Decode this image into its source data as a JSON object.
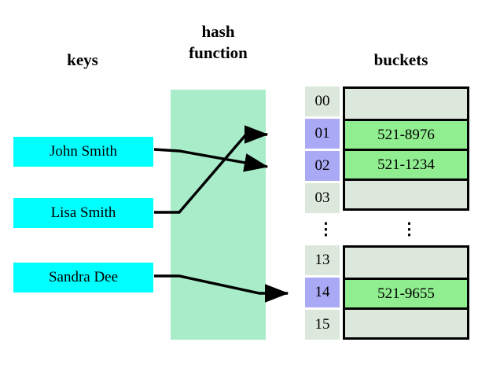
{
  "headings": {
    "keys": "keys",
    "hash_function_line1": "hash",
    "hash_function_line2": "function",
    "buckets": "buckets"
  },
  "colors": {
    "key_box": "#00ffff",
    "hash_band": "#a8ecc9",
    "index_empty": "#dce8dc",
    "index_filled": "#a9a9f5",
    "bucket_empty": "#dce8dc",
    "bucket_filled": "#90ee90",
    "border": "#000000",
    "background": "#ffffff"
  },
  "keys": [
    {
      "label": "John Smith"
    },
    {
      "label": "Lisa Smith"
    },
    {
      "label": "Sandra Dee"
    }
  ],
  "ellipsis": {
    "index": "⋮",
    "bucket": "⋮"
  },
  "table_top": {
    "rows": [
      {
        "index": "00",
        "value": "",
        "filled": false
      },
      {
        "index": "01",
        "value": "521-8976",
        "filled": true
      },
      {
        "index": "02",
        "value": "521-1234",
        "filled": true
      },
      {
        "index": "03",
        "value": "",
        "filled": false
      }
    ]
  },
  "table_bottom": {
    "rows": [
      {
        "index": "13",
        "value": "",
        "filled": false
      },
      {
        "index": "14",
        "value": "521-9655",
        "filled": true
      },
      {
        "index": "15",
        "value": "",
        "filled": false
      }
    ]
  },
  "mappings": [
    {
      "from": "John Smith",
      "to": "02"
    },
    {
      "from": "Lisa Smith",
      "to": "01"
    },
    {
      "from": "Sandra Dee",
      "to": "14"
    }
  ]
}
